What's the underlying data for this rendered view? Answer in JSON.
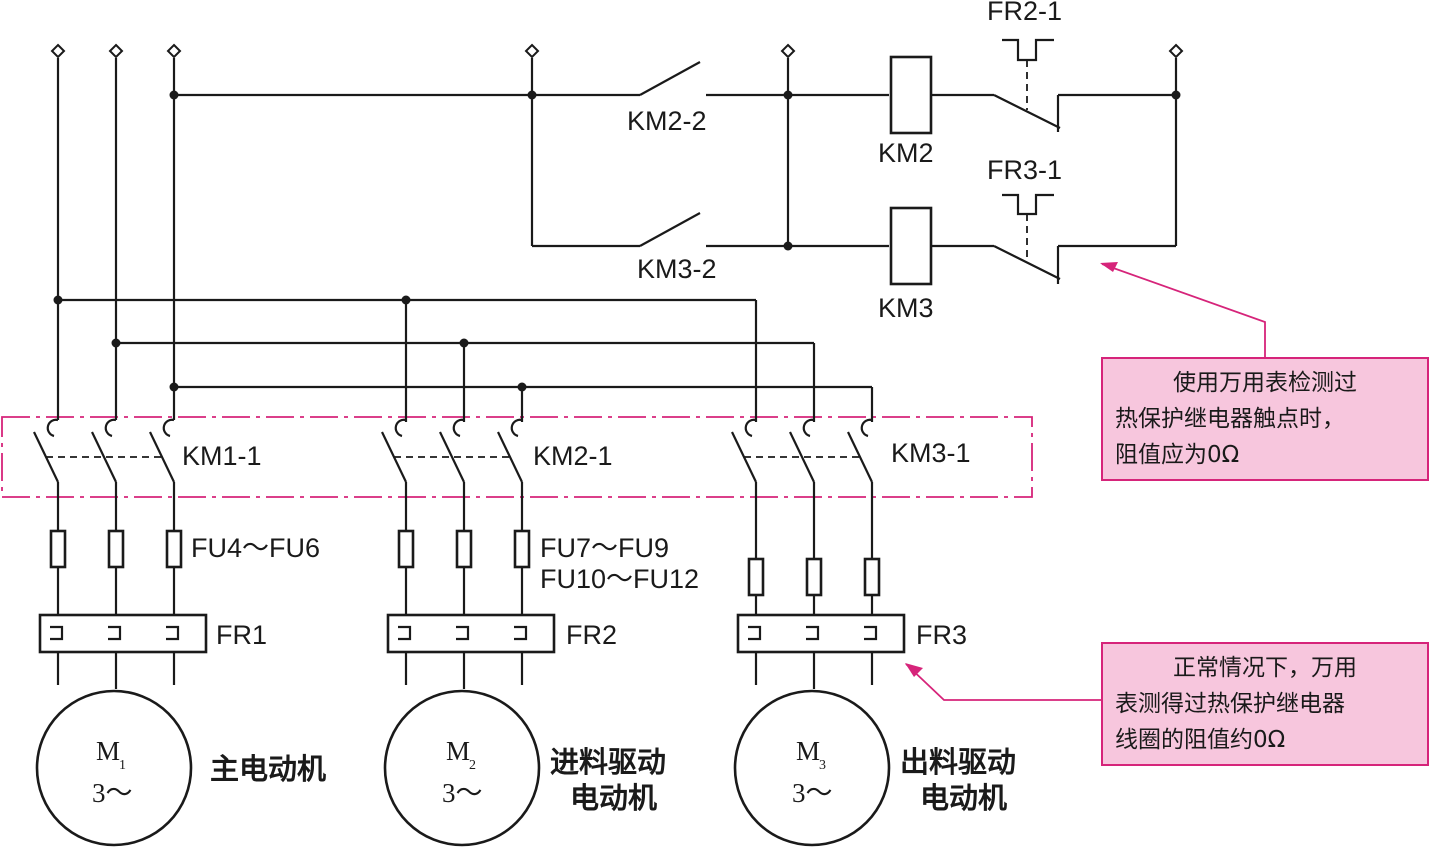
{
  "contacts": {
    "km2_2": "KM2-2",
    "km3_2": "KM3-2",
    "km1_1": "KM1-1",
    "km2_1": "KM2-1",
    "km3_1": "KM3-1"
  },
  "coils": {
    "km2": "KM2",
    "km3": "KM3"
  },
  "thermal_contacts": {
    "fr2_1": "FR2-1",
    "fr3_1": "FR3-1"
  },
  "fuses": {
    "g1": "FU4～FU6",
    "g2_line1": "FU7～FU9",
    "g2_line2": "FU10～FU12"
  },
  "overloads": {
    "fr1": "FR1",
    "fr2": "FR2",
    "fr3": "FR3"
  },
  "motors": [
    {
      "symbol": "M",
      "sub": "1",
      "phase": "3～",
      "name_line1": "主电动机",
      "name_line2": ""
    },
    {
      "symbol": "M",
      "sub": "2",
      "phase": "3～",
      "name_line1": "进料驱动",
      "name_line2": "电动机"
    },
    {
      "symbol": "M",
      "sub": "3",
      "phase": "3～",
      "name_line1": "出料驱动",
      "name_line2": "电动机"
    }
  ],
  "notes": {
    "contact_check": [
      "使用万用表检测过",
      "热保护继电器触点时，",
      "阻值应为0Ω"
    ],
    "coil_check": [
      "正常情况下，万用",
      "表测得过热保护继电器",
      "线圈的阻值约0Ω"
    ]
  },
  "colors": {
    "wire": "#1a1a1a",
    "annotation": "#d6247a",
    "note_fill": "#f7c6dd"
  }
}
